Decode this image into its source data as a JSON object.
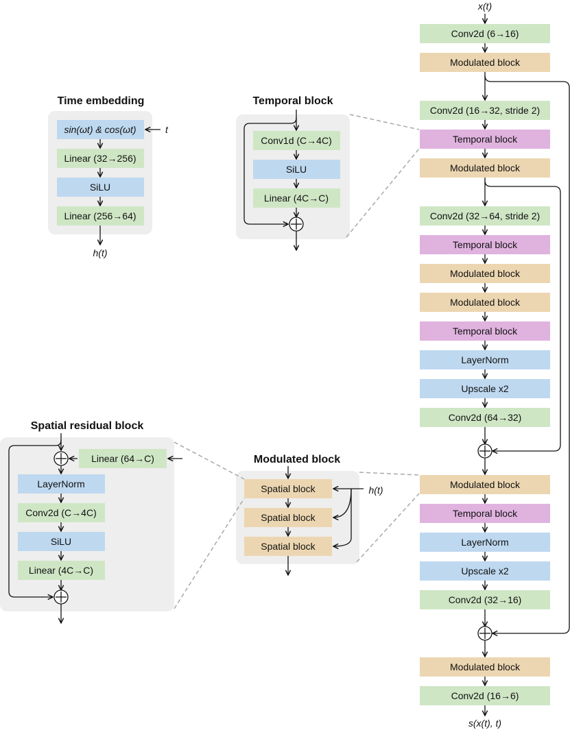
{
  "colors": {
    "conv_green": "#cfe6c5",
    "modulated_tan": "#ecd6b1",
    "temporal_pink": "#e0b3df",
    "norm_blue": "#bed8ef",
    "panel_gray": "#eeeeee",
    "dashed_gray": "#a8a8a8"
  },
  "main": {
    "input_label": "x(t)",
    "output_label": "s(x(t), t)",
    "blocks": [
      "Conv2d (6→16)",
      "Modulated block",
      "Conv2d (16→32, stride 2)",
      "Temporal block",
      "Modulated block",
      "Conv2d (32→64, stride 2)",
      "Temporal block",
      "Modulated block",
      "Modulated block",
      "Temporal block",
      "LayerNorm",
      "Upscale x2",
      "Conv2d (64→32)",
      "Modulated block",
      "Temporal block",
      "LayerNorm",
      "Upscale x2",
      "Conv2d (32→16)",
      "Modulated block",
      "Conv2d (16→6)"
    ]
  },
  "time_embedding": {
    "title": "Time embedding",
    "input_label": "t",
    "output_label": "h(t)",
    "blocks": [
      "sin(ωt) & cos(ωt)",
      "Linear (32→256)",
      "SiLU",
      "Linear (256→64)"
    ]
  },
  "temporal_block": {
    "title": "Temporal block",
    "blocks": [
      "Conv1d (C→4C)",
      "SiLU",
      "Linear (4C→C)"
    ]
  },
  "modulated_block": {
    "title": "Modulated block",
    "input_label": "h(t)",
    "blocks": [
      "Spatial block",
      "Spatial block",
      "Spatial block"
    ]
  },
  "spatial_residual_block": {
    "title": "Spatial residual block",
    "blocks": [
      "Linear (64→C)",
      "LayerNorm",
      "Conv2d (C→4C)",
      "SiLU",
      "Linear (4C→C)"
    ]
  }
}
